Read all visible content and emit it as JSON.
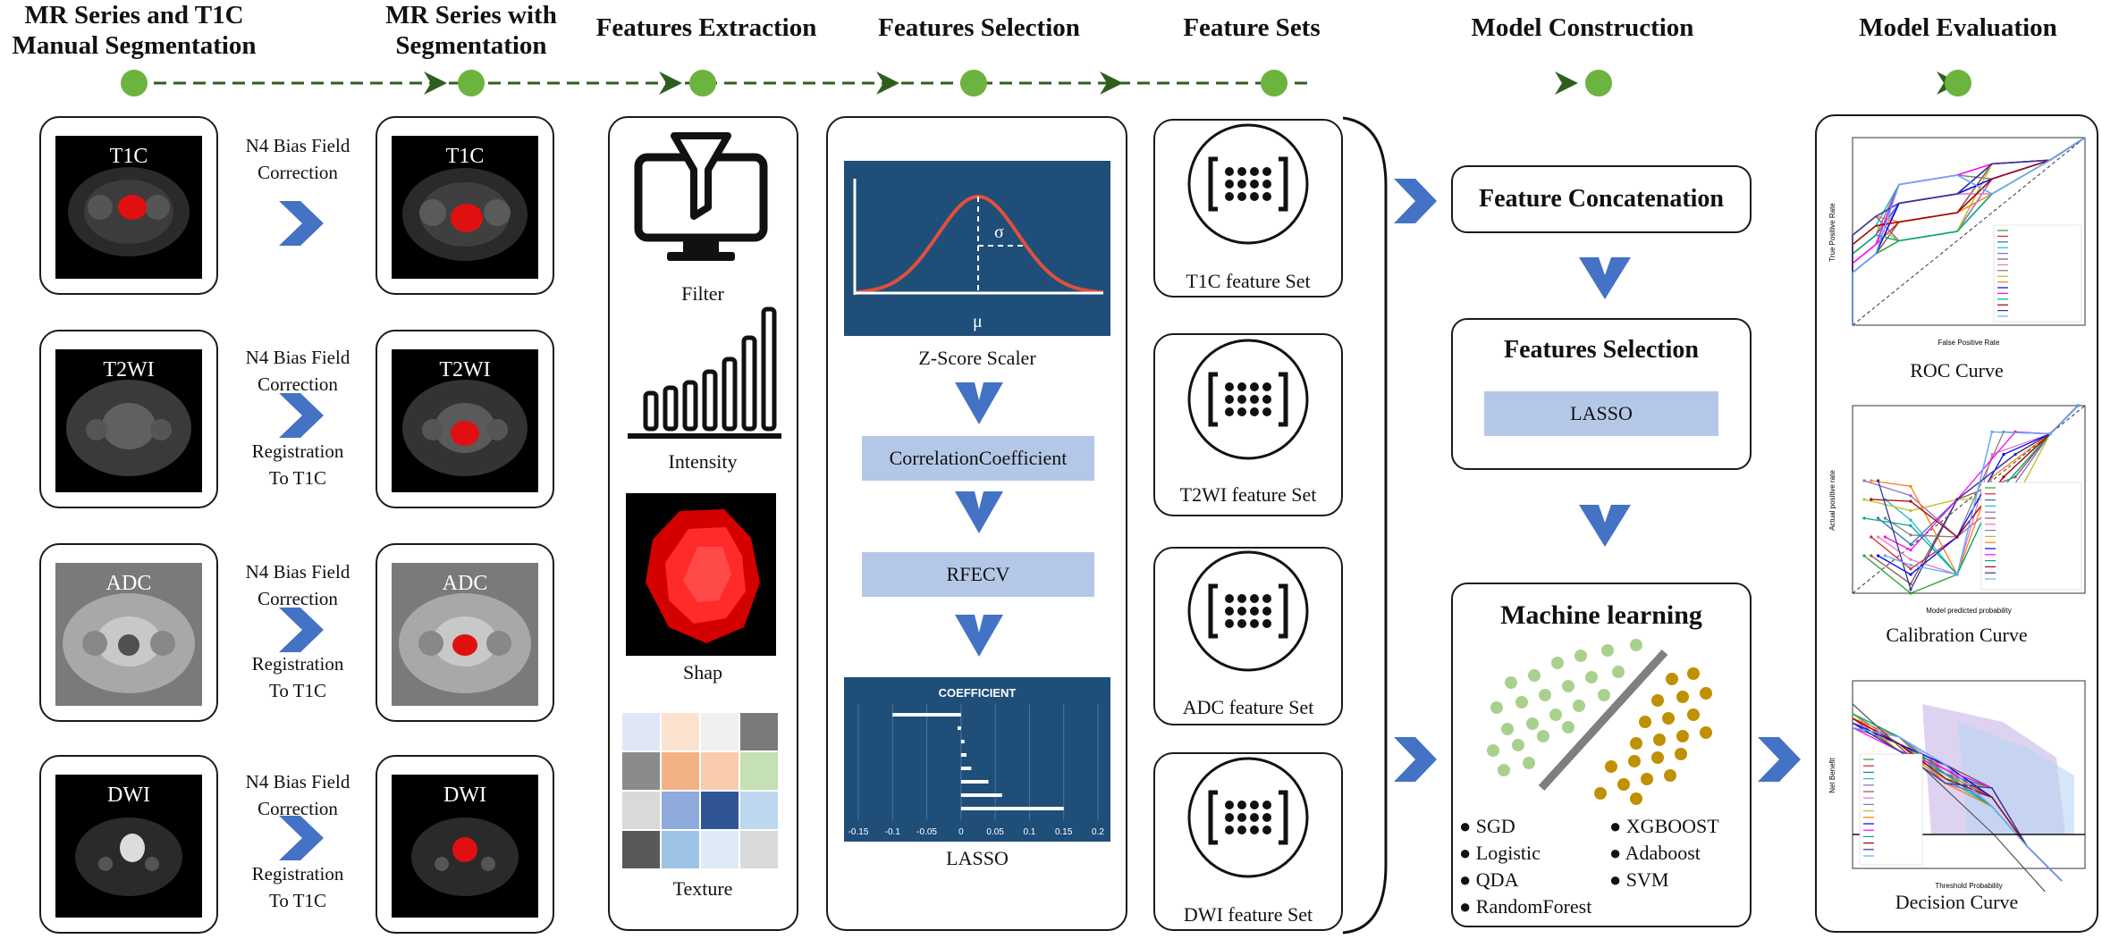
{
  "stages": [
    "MR Series and T1C\nManual Segmentation",
    "MR Series with\nSegmentation",
    "Features Extraction",
    "Features Selection",
    "Feature Sets",
    "Model Construction",
    "Model Evaluation"
  ],
  "modalities": [
    "T1C",
    "T2WI",
    "ADC",
    "DWI"
  ],
  "preprocess": {
    "n4": "N4 Bias Field\nCorrection",
    "registration": "Registration\nTo T1C"
  },
  "extraction": [
    "Filter",
    "Intensity",
    "Shap",
    "Texture"
  ],
  "selection": {
    "zscore_label": "Z-Score Scaler",
    "sigma": "σ",
    "mu": "μ",
    "correlation": "CorrelationCoefficient",
    "rfecv": "RFECV",
    "lasso_label": "LASSO",
    "coef_title": "COEFFICIENT",
    "coef_ticks": [
      "-0.15",
      "-0.1",
      "-0.05",
      "0",
      "0.05",
      "0.1",
      "0.15",
      "0.2"
    ]
  },
  "feature_sets": [
    "T1C feature Set",
    "T2WI feature Set",
    "ADC feature Set",
    "DWI feature Set"
  ],
  "model": {
    "concat": "Feature Concatenation",
    "fs_title": "Features Selection",
    "fs_method": "LASSO",
    "ml_title": "Machine learning",
    "algos_left": [
      "SGD",
      "Logistic",
      "QDA",
      "RandomForest"
    ],
    "algos_right": [
      "XGBOOST",
      "Adaboost",
      "SVM"
    ]
  },
  "evaluation": {
    "roc": "ROC Curve",
    "calibration": "Calibration Curve",
    "decision": "Decision Curve",
    "roc_xlabel": "False Positive Rate",
    "roc_ylabel": "True Positive Rate",
    "cal_xlabel": "Model predicted probability",
    "cal_ylabel": "Actual positive rate",
    "dc_xlabel": "Threshold Probability",
    "dc_ylabel": "Net Benefit"
  },
  "colors": {
    "timeline_dot": "#6db33f",
    "timeline_line": "#2f5e1f",
    "arrow_blue": "#4472c4",
    "label_fill": "#b4c7e7",
    "navy": "#1f4e79",
    "mask_red": "#e01010"
  }
}
